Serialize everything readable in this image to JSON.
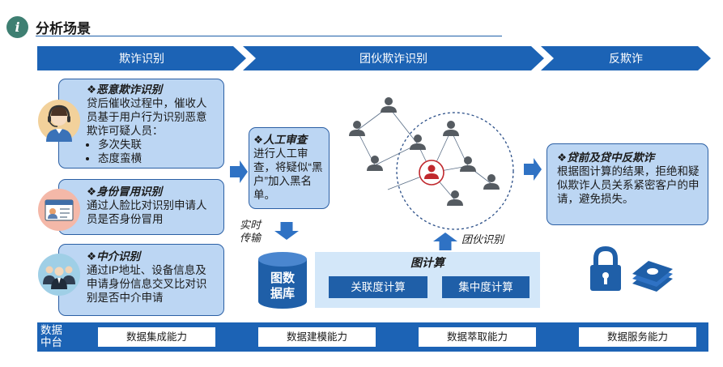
{
  "header": {
    "title": "分析场景",
    "icon": "info-i-icon"
  },
  "banners": [
    "欺诈识别",
    "团伙欺诈识别",
    "反欺诈"
  ],
  "fraud_box": {
    "title": "恶意欺诈识别",
    "text": "贷后催收过程中，催收人员基于用户行为识别恶意欺诈可疑人员：",
    "bullets": [
      "多次失联",
      "态度蛮横"
    ]
  },
  "id_box": {
    "title": "身份冒用识别",
    "text": "通过人脸比对识别申请人员是否身份冒用"
  },
  "agent_box": {
    "title": "中介识别",
    "text": "通过IP地址、设备信息及申请身份信息交叉比对识别是否中介申请"
  },
  "review_box": {
    "title": "人工审查",
    "text": "进行人工审查，将疑似“黑户”加入黑名单。"
  },
  "anti_box": {
    "title": "贷前及贷中反欺诈",
    "text": "根据图计算的结果，拒绝和疑似欺诈人员关系紧密客户的申请，避免损失。"
  },
  "labels": {
    "realtime": [
      "实时",
      "传输"
    ],
    "gang": "团伙识别"
  },
  "database": {
    "label": [
      "图数",
      "据库"
    ]
  },
  "graph_compute": {
    "title": "图计算",
    "buttons": [
      "关联度计算",
      "集中度计算"
    ]
  },
  "platform": {
    "label": [
      "数据",
      "中台"
    ],
    "capabilities": [
      "数据集成能力",
      "数据建模能力",
      "数据萃取能力",
      "数据服务能力"
    ]
  },
  "colors": {
    "primary": "#1c63b5",
    "box_fill": "#bcd6f3",
    "suspect": "#c0282d",
    "person": "#555b61"
  }
}
